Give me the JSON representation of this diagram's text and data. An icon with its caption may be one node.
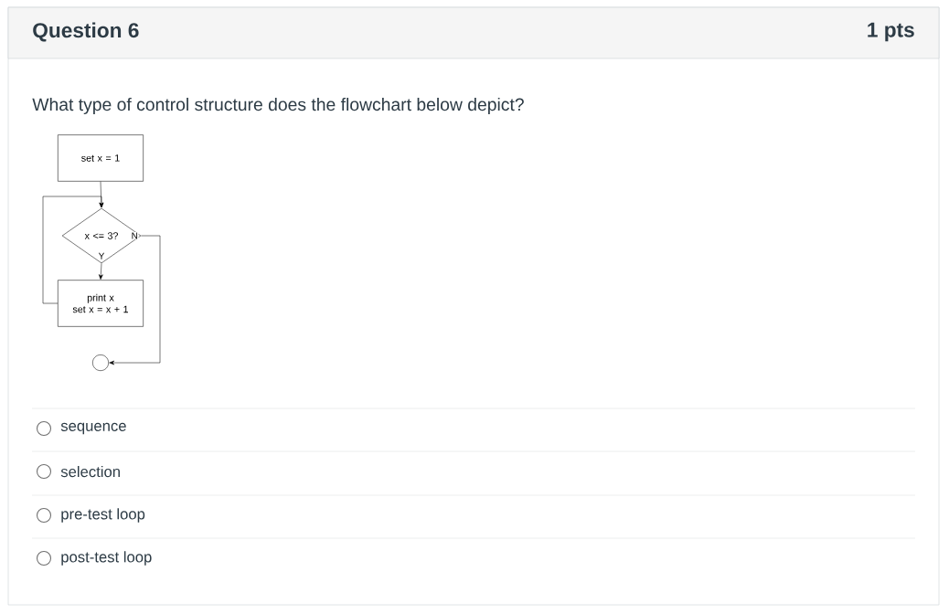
{
  "diagram": {
    "title": "Question 6",
    "nodes": [
      {
        "text": [
          "set x = 1"
        ]
      },
      {
        "text": [
          "x <= 3?"
        ]
      },
      {
        "text": [
          "print x",
          "set x = x + 1"
        ]
      },
      {
        "text": [],
        "shape": "circle"
      }
    ],
    "edges": [
      {
        "from": 0,
        "to": 1,
        "arrow": "to"
      },
      {
        "from": 1,
        "to": 2,
        "arrow": "to",
        "label": "Y"
      },
      {
        "from": 2,
        "to": 1,
        "arrow": "to"
      },
      {
        "from": 1,
        "to": 3,
        "arrow": "to",
        "label": "N"
      }
    ],
    "labels": [
      "1 pts",
      "What type of control structure does the flowchart below depict?",
      "sequence",
      "selection",
      "pre-test loop",
      "post-test loop"
    ]
  }
}
